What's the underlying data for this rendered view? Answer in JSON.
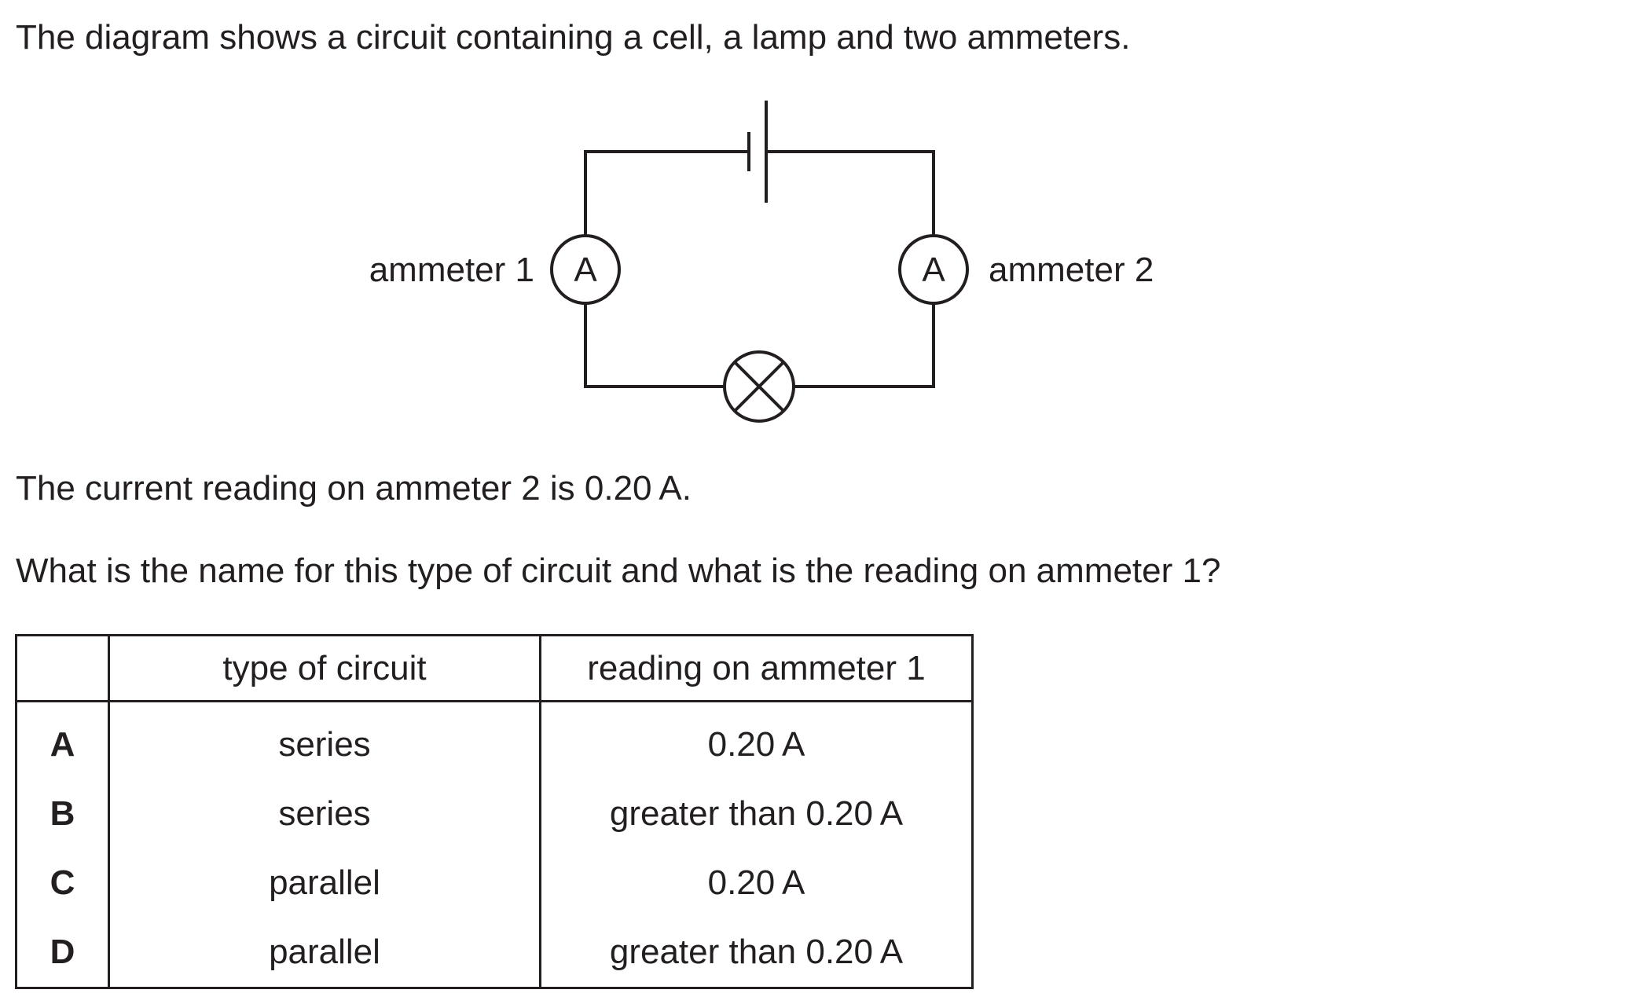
{
  "question": {
    "intro": "The diagram shows a circuit containing a cell, a lamp and two ammeters.",
    "statement": "The current reading on ammeter 2 is 0.20 A.",
    "prompt": "What is the name for this type of circuit and what is the reading on ammeter 1?"
  },
  "diagram": {
    "ammeter1_label": "ammeter 1",
    "ammeter2_label": "ammeter 2",
    "ammeter_symbol": "A",
    "components": [
      "cell-icon",
      "ammeter-icon",
      "ammeter-icon",
      "lamp-icon"
    ]
  },
  "table": {
    "headers": [
      "",
      "type of circuit",
      "reading on ammeter 1"
    ],
    "rows": [
      {
        "letter": "A",
        "type": "series",
        "reading": "0.20 A"
      },
      {
        "letter": "B",
        "type": "series",
        "reading": "greater than 0.20 A"
      },
      {
        "letter": "C",
        "type": "parallel",
        "reading": "0.20 A"
      },
      {
        "letter": "D",
        "type": "parallel",
        "reading": "greater than 0.20 A"
      }
    ]
  }
}
